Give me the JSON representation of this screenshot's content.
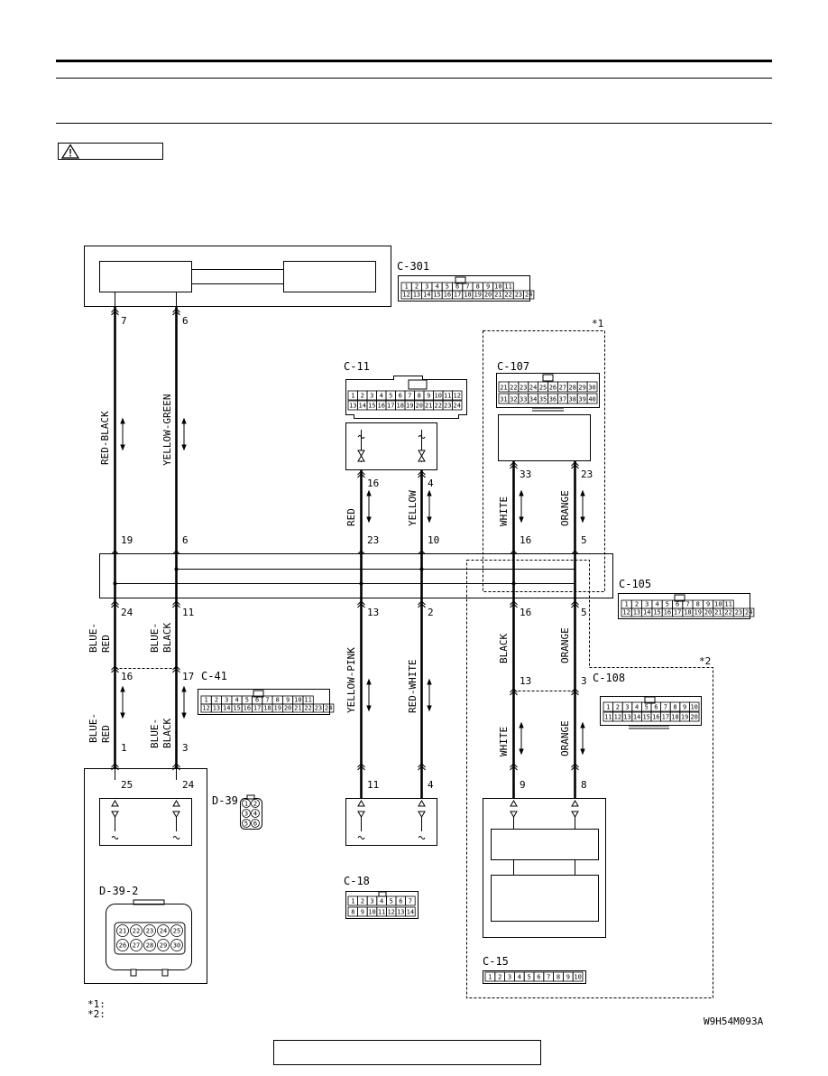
{
  "footnotes": [
    "*1:",
    "*2:"
  ],
  "figure_code": "W9H54M093A",
  "star1": "*1",
  "star2": "*2",
  "connectors": {
    "c301": {
      "name": "C-301",
      "row1": [
        "1",
        "2",
        "3",
        "4",
        "5",
        "6",
        "7",
        "8",
        "9",
        "10",
        "11"
      ],
      "row2": [
        "12",
        "13",
        "14",
        "15",
        "16",
        "17",
        "18",
        "19",
        "20",
        "21",
        "22",
        "23",
        "24"
      ]
    },
    "c11": {
      "name": "C-11",
      "row1": [
        "1",
        "2",
        "3",
        "4",
        "5",
        "6",
        "7",
        "8",
        "9",
        "10",
        "11",
        "12"
      ],
      "row2": [
        "13",
        "14",
        "15",
        "16",
        "17",
        "18",
        "19",
        "20",
        "21",
        "22",
        "23",
        "24"
      ]
    },
    "c107": {
      "name": "C-107",
      "row1": [
        "21",
        "22",
        "23",
        "24",
        "25",
        "26",
        "27",
        "28",
        "29",
        "30"
      ],
      "row2": [
        "31",
        "32",
        "33",
        "34",
        "35",
        "36",
        "37",
        "38",
        "39",
        "40"
      ]
    },
    "c105": {
      "name": "C-105",
      "row1": [
        "1",
        "2",
        "3",
        "4",
        "5",
        "6",
        "7",
        "8",
        "9",
        "10",
        "11"
      ],
      "row2": [
        "12",
        "13",
        "14",
        "15",
        "16",
        "17",
        "18",
        "19",
        "20",
        "21",
        "22",
        "23",
        "24"
      ]
    },
    "c41": {
      "name": "C-41",
      "row1": [
        "1",
        "2",
        "3",
        "4",
        "5",
        "6",
        "7",
        "8",
        "9",
        "10",
        "11"
      ],
      "row2": [
        "12",
        "13",
        "14",
        "15",
        "16",
        "17",
        "18",
        "19",
        "20",
        "21",
        "22",
        "23",
        "24"
      ]
    },
    "c108": {
      "name": "C-108",
      "row1": [
        "1",
        "2",
        "3",
        "4",
        "5",
        "6",
        "7",
        "8",
        "9",
        "10"
      ],
      "row2": [
        "11",
        "12",
        "13",
        "14",
        "15",
        "16",
        "17",
        "18",
        "19",
        "20"
      ]
    },
    "d39": {
      "name": "D-39",
      "pins": [
        "1",
        "2",
        "3",
        "4",
        "5",
        "6"
      ]
    },
    "d392": {
      "name": "D-39-2",
      "row1": [
        "21",
        "22",
        "23",
        "24",
        "25"
      ],
      "row2": [
        "26",
        "27",
        "28",
        "29",
        "30"
      ]
    },
    "c18": {
      "name": "C-18",
      "row1": [
        "1",
        "2",
        "3",
        "4",
        "5",
        "6",
        "7"
      ],
      "row2": [
        "8",
        "9",
        "10",
        "11",
        "12",
        "13",
        "14"
      ]
    },
    "c15": {
      "name": "C-15",
      "row1": [
        "1",
        "2",
        "3",
        "4",
        "5",
        "6",
        "7",
        "8",
        "9",
        "10"
      ]
    }
  },
  "wires": {
    "w1": {
      "top_pin": "7",
      "color_upper": "RED-BLACK",
      "mid_pin_top": "19",
      "mid_pin_bottom": "24",
      "color_lower_1": "BLUE-",
      "color_lower_2": "RED",
      "join_pin_top": "16",
      "color_bottom_1": "BLUE-",
      "color_bottom_2": "RED",
      "join_pin_bottom": "1",
      "end_pin": "25"
    },
    "w2": {
      "top_pin": "6",
      "color_upper": "YELLOW-GREEN",
      "mid_pin_top": "6",
      "mid_pin_bottom": "11",
      "color_lower_1": "BLUE-",
      "color_lower_2": "BLACK",
      "join_pin_top": "17",
      "color_bottom_1": "BLUE-",
      "color_bottom_2": "BLACK",
      "join_pin_bottom": "3",
      "end_pin": "24"
    },
    "w3": {
      "top_pin": "16",
      "color_upper": "RED",
      "mid_pin_top": "23",
      "mid_pin_bottom": "13",
      "color_lower": "YELLOW-PINK",
      "end_pin": "11"
    },
    "w4": {
      "top_pin": "4",
      "color_upper": "YELLOW",
      "mid_pin_top": "10",
      "mid_pin_bottom": "2",
      "color_lower": "RED-WHITE",
      "end_pin": "4"
    },
    "w5": {
      "top_pin": "33",
      "color_upper": "WHITE",
      "mid_pin_top": "16",
      "mid_pin_bottom": "16",
      "color_lower": "BLACK",
      "join_pin": "13",
      "color_bottom": "WHITE",
      "end_pin": "9"
    },
    "w6": {
      "top_pin": "23",
      "color_upper": "ORANGE",
      "mid_pin_top": "5",
      "mid_pin_bottom": "5",
      "color_lower": "ORANGE",
      "join_pin": "3",
      "color_bottom": "ORANGE",
      "end_pin": "8"
    }
  }
}
